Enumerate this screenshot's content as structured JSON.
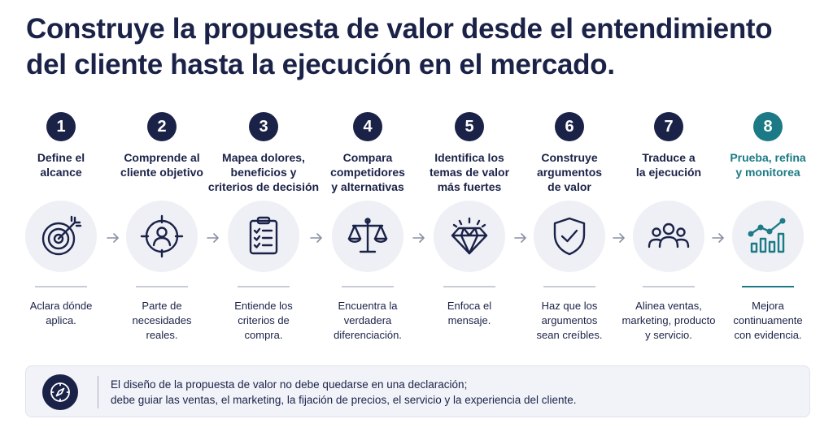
{
  "title": {
    "line1": "Construye la propuesta de valor desde el entendimiento",
    "line2": "del cliente hasta la ejecución en el mercado."
  },
  "steps": [
    {
      "number": "1",
      "title": [
        "Define el",
        "alcance"
      ],
      "icon": "target-icon",
      "desc": [
        "Aclara dónde",
        "aplica."
      ]
    },
    {
      "number": "2",
      "title": [
        "Comprende al",
        "cliente objetivo"
      ],
      "icon": "customer-crosshair-icon",
      "desc": [
        "Parte de",
        "necesidades",
        "reales."
      ]
    },
    {
      "number": "3",
      "title": [
        "Mapea dolores,",
        "beneficios y",
        "criterios de decisión"
      ],
      "icon": "checklist-clipboard-icon",
      "desc": [
        "Entiende los",
        "criterios de",
        "compra."
      ]
    },
    {
      "number": "4",
      "title": [
        "Compara",
        "competidores",
        "y alternativas"
      ],
      "icon": "balance-scale-icon",
      "desc": [
        "Encuentra la",
        "verdadera",
        "diferenciación."
      ]
    },
    {
      "number": "5",
      "title": [
        "Identifica los",
        "temas de valor",
        "más fuertes"
      ],
      "icon": "diamond-icon",
      "desc": [
        "Enfoca el",
        "mensaje."
      ]
    },
    {
      "number": "6",
      "title": [
        "Construye",
        "argumentos",
        "de valor"
      ],
      "icon": "shield-check-icon",
      "desc": [
        "Haz que los",
        "argumentos",
        "sean creíbles."
      ]
    },
    {
      "number": "7",
      "title": [
        "Traduce a",
        "la ejecución"
      ],
      "icon": "team-icon",
      "desc": [
        "Alinea ventas,",
        "marketing, producto",
        "y servicio."
      ]
    },
    {
      "number": "8",
      "title": [
        "Prueba, refina",
        "y monitorea"
      ],
      "icon": "growth-chart-icon",
      "desc": [
        "Mejora",
        "continuamente",
        "con evidencia."
      ]
    }
  ],
  "note": {
    "icon": "compass-icon",
    "line1": "El diseño de la propuesta de valor no debe quedarse en una declaración;",
    "line2": "debe guiar las ventas, el marketing, la fijación de precios, el servicio y la experiencia del cliente."
  },
  "colors": {
    "navy": "#1b2248",
    "teal": "#1c7a86",
    "circle_bg": "#eef0f5",
    "note_bg": "#f1f3f9"
  }
}
